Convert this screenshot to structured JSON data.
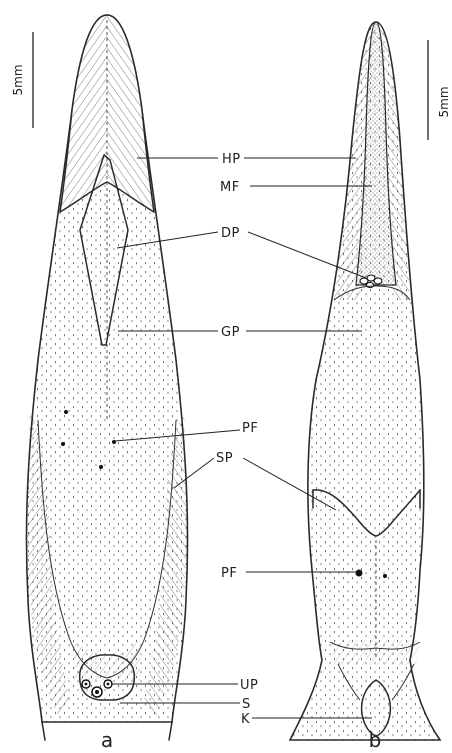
{
  "scale_bar_a": {
    "label": "5mm"
  },
  "scale_bar_b": {
    "label": "5mm"
  },
  "panels": {
    "a": "a",
    "b": "b"
  },
  "labels": {
    "hp": "HP",
    "mf": "MF",
    "dp": "DP",
    "gp": "GP",
    "pf_a": "PF",
    "sp": "SP",
    "pf_b": "PF",
    "up": "UP",
    "s": "S",
    "k": "K"
  }
}
